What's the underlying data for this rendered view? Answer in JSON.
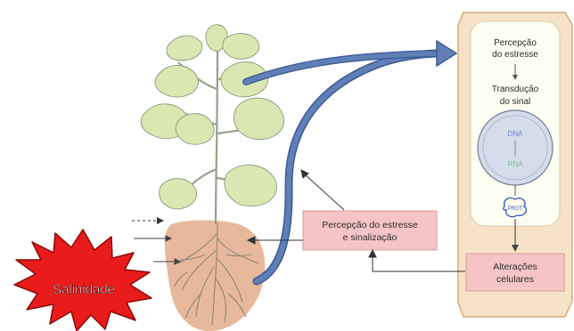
{
  "labels": {
    "salinity": "Salinidade",
    "sensing_line1": "Percepção do estresse",
    "sensing_line2": "e sinalização",
    "cellular_line1": "Alterações",
    "cellular_line2": "celulares",
    "cell_step1_line1": "Percepção",
    "cell_step1_line2": "do estresse",
    "cell_step2_line1": "Transdução",
    "cell_step2_line2": "do sinal",
    "nucleus_text1": "DNA",
    "nucleus_text2": "RNA",
    "protein_text": "PROT"
  },
  "colors": {
    "leaf": "#d9e8b2",
    "leaf_edge": "#8a9878",
    "stem": "#97a088",
    "root_zone": "#e8b89c",
    "root_line": "#8d8878",
    "cell_wall": "#f6e2c8",
    "cell_wall_edge": "#d7a978",
    "cytoplasm": "#fefdf1",
    "nucleus": "#d5dceb",
    "nucleus_edge": "#6f7d95",
    "nucleus_text": "#6a86d8",
    "nucleus_text2": "#7dc28a",
    "big_arrow": "#5f7fb5",
    "big_arrow_edge": "#3a5a95",
    "label_box": "#f5c4c4",
    "label_box_edge": "#d99a9a",
    "burst_fill": "#ea1b1b",
    "burst_edge": "#8a0a0a",
    "text_dark": "#2d2d2d",
    "burst_text": "#ffffff"
  }
}
